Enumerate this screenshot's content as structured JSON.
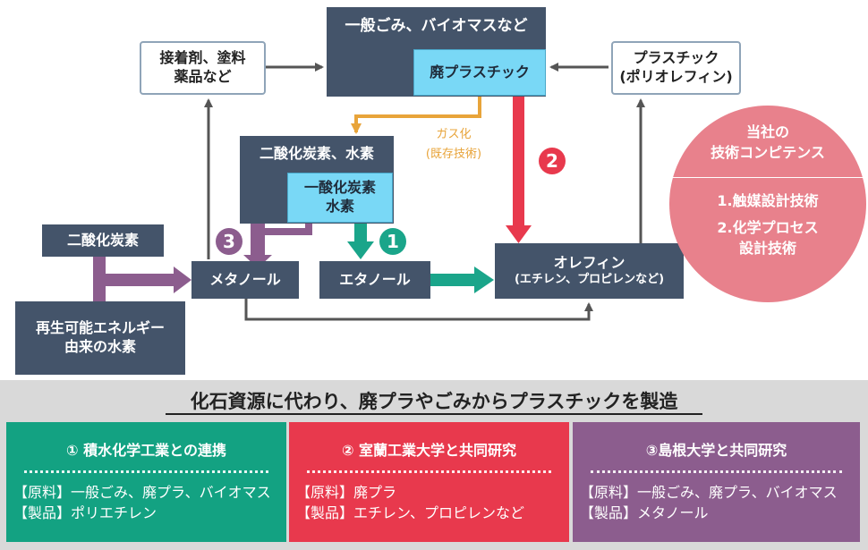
{
  "boxes": {
    "general_waste": "一般ごみ、バイオマスなど",
    "waste_plastic": "廃プラスチック",
    "adhesive_line1": "接着剤、塗料",
    "adhesive_line2": "薬品など",
    "plastic_line1": "プラスチック",
    "plastic_line2": "(ポリオレフィン)",
    "co2_h2": "二酸化炭素、水素",
    "co_line1": "一酸化炭素",
    "co_line2": "水素",
    "co2": "二酸化炭素",
    "renewable_line1": "再生可能エネルギー",
    "renewable_line2": "由来の水素",
    "methanol": "メタノール",
    "ethanol": "エタノール",
    "olefin_line1": "オレフィン",
    "olefin_line2": "(エチレン、プロピレンなど)"
  },
  "labels": {
    "gasification_line1": "ガス化",
    "gasification_line2": "(既存技術)",
    "num1": "1",
    "num2": "2",
    "num3": "3"
  },
  "competence": {
    "title_line1": "当社の",
    "title_line2": "技術コンピテンス",
    "item1": "1.触媒設計技術",
    "item2_line1": "2.化学プロセス",
    "item2_line2": "設計技術"
  },
  "headline": "化石資源に代わり、廃プラやごみからプラスチックを製造",
  "panels": [
    {
      "title": "① 積水化学工業との連携",
      "material": "【原料】一般ごみ、廃プラ、バイオマス",
      "product": "【製品】ポリエチレン"
    },
    {
      "title": "② 室蘭工業大学と共同研究",
      "material": "【原料】廃プラ",
      "product": "【製品】エチレン、プロピレンなど"
    },
    {
      "title": "③島根大学と共同研究",
      "material": "【原料】一般ごみ、廃プラ、バイオマス",
      "product": "【製品】メタノール"
    }
  ],
  "colors": {
    "dark_box": "#44546a",
    "light_box": "#79d8f6",
    "orange": "#e8a43a",
    "red": "#e8394d",
    "teal": "#1aa58a",
    "purple": "#8c5d8e",
    "pink": "#e8818c"
  }
}
